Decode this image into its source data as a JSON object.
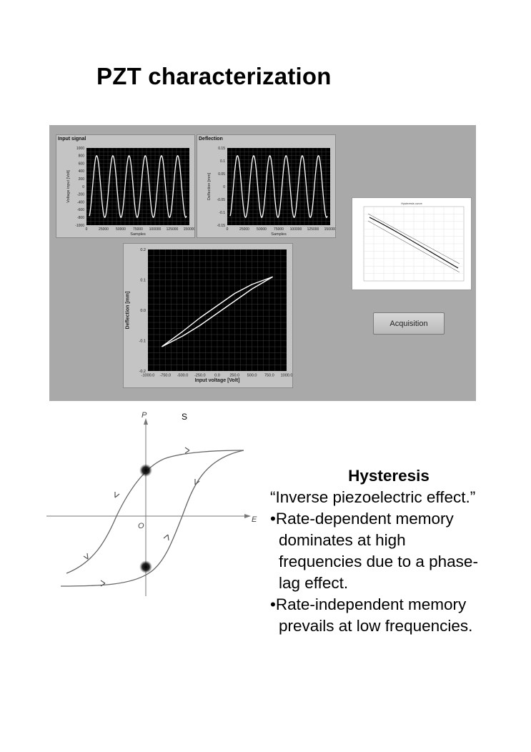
{
  "title": "PZT characterization",
  "labview": {
    "input_signal": {
      "label": "Input signal",
      "ylabel": "Voltage input [Volt]",
      "xlabel": "Samples",
      "yticks": [
        "1000",
        "800",
        "600",
        "400",
        "200",
        "0",
        "-200",
        "-400",
        "-600",
        "-800",
        "-1000"
      ],
      "xticks": [
        "0",
        "25000",
        "50000",
        "75000",
        "100000",
        "125000",
        "150000"
      ]
    },
    "deflection": {
      "label": "Deflection",
      "ylabel": "Deflection [mm]",
      "xlabel": "Samples",
      "yticks": [
        "0.15",
        "0.1",
        "0.05",
        "0",
        "-0.05",
        "-0.1",
        "-0.15"
      ],
      "xticks": [
        "0",
        "25000",
        "50000",
        "75000",
        "100000",
        "125000",
        "150000"
      ]
    },
    "loop": {
      "ylabel": "Deflection [mm]",
      "xlabel": "Input voltage [Volt]",
      "yticks": [
        "0.2",
        "0.1",
        "0.0",
        "-0.1",
        "-0.2"
      ],
      "xticks": [
        "-1000.0",
        "-750.0",
        "-500.0",
        "-250.0",
        "0.0",
        "250.0",
        "500.0",
        "750.0",
        "1000.0"
      ]
    },
    "thumb_title": "Hysteresis curve",
    "acquisition_button": "Acquisition"
  },
  "diagram": {
    "s_label": "S",
    "p_axis": "P",
    "e_axis": "E",
    "origin": "O"
  },
  "hysteresis": {
    "heading": "Hysteresis",
    "line1": "“Inverse piezoelectric effect.”",
    "b1_l1": "•Rate-dependent memory",
    "b1_l2": "dominates at high",
    "b1_l3": "frequencies due to a phase-",
    "b1_l4": "lag effect.",
    "b2_l1": "•Rate-independent memory",
    "b2_l2": "prevails at low frequencies."
  },
  "chart_data": [
    {
      "type": "line",
      "title": "Input signal",
      "xlabel": "Samples",
      "ylabel": "Voltage input [Volt]",
      "xlim": [
        0,
        150000
      ],
      "ylim": [
        -1000,
        1000
      ],
      "series": [
        {
          "waveform": "sine",
          "amplitude": 800,
          "cycles": 6
        }
      ]
    },
    {
      "type": "line",
      "title": "Deflection",
      "xlabel": "Samples",
      "ylabel": "Deflection [mm]",
      "xlim": [
        0,
        150000
      ],
      "ylim": [
        -0.15,
        0.15
      ],
      "series": [
        {
          "waveform": "sine",
          "amplitude": 0.12,
          "cycles": 6
        }
      ]
    },
    {
      "type": "line",
      "xlabel": "Input voltage [Volt]",
      "ylabel": "Deflection [mm]",
      "xlim": [
        -1000,
        1000
      ],
      "ylim": [
        -0.2,
        0.2
      ],
      "series": [
        {
          "x": [
            -800,
            -500,
            -250,
            0,
            250,
            500,
            800
          ],
          "y": [
            -0.12,
            -0.085,
            -0.05,
            -0.01,
            0.03,
            0.07,
            0.11
          ]
        },
        {
          "x": [
            800,
            500,
            250,
            0,
            -250,
            -500,
            -800
          ],
          "y": [
            0.11,
            0.085,
            0.055,
            0.015,
            -0.025,
            -0.07,
            -0.12
          ]
        }
      ]
    }
  ]
}
